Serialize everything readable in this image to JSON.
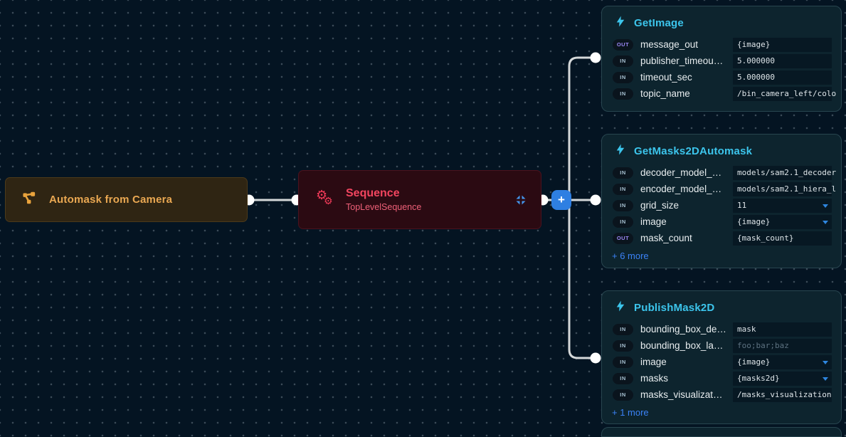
{
  "canvas": {
    "background": "#041422",
    "wire_color": "#d5d8d9",
    "accent_blue": "#2e7fe2",
    "accent_cyan": "#3cc5ec",
    "accent_purple": "#9b87f4"
  },
  "nodes": {
    "automask": {
      "title": "Automask from Camera",
      "icon": "graph-icon",
      "accent": "#eaa852"
    },
    "sequence": {
      "title": "Sequence",
      "subtitle": "TopLevelSequence",
      "icon": "gears-icon",
      "accent": "#f2455f"
    }
  },
  "plus_button": {
    "label": "+"
  },
  "cards": [
    {
      "title": "GetImage",
      "icon": "bolt-icon",
      "rows": [
        {
          "dir": "OUT",
          "label": "message_out",
          "value": "{image}"
        },
        {
          "dir": "IN",
          "label": "publisher_timeou…",
          "value": "5.000000"
        },
        {
          "dir": "IN",
          "label": "timeout_sec",
          "value": "5.000000"
        },
        {
          "dir": "IN",
          "label": "topic_name",
          "value": "/bin_camera_left/colo"
        }
      ]
    },
    {
      "title": "GetMasks2DAutomask",
      "icon": "bolt-icon",
      "rows": [
        {
          "dir": "IN",
          "label": "decoder_model_…",
          "value": "models/sam2.1_decoder"
        },
        {
          "dir": "IN",
          "label": "encoder_model_…",
          "value": "models/sam2.1_hiera_l"
        },
        {
          "dir": "IN",
          "label": "grid_size",
          "value": "11"
        },
        {
          "dir": "IN",
          "label": "image",
          "value": "{image}"
        },
        {
          "dir": "OUT",
          "label": "mask_count",
          "value": "{mask_count}"
        }
      ],
      "more": "+ 6 more"
    },
    {
      "title": "PublishMask2D",
      "icon": "bolt-icon",
      "rows": [
        {
          "dir": "IN",
          "label": "bounding_box_de…",
          "value": "mask"
        },
        {
          "dir": "IN",
          "label": "bounding_box_la…",
          "value": "",
          "placeholder": "foo;bar;baz"
        },
        {
          "dir": "IN",
          "label": "image",
          "value": "{image}"
        },
        {
          "dir": "IN",
          "label": "masks",
          "value": "{masks2d}"
        },
        {
          "dir": "IN",
          "label": "masks_visualizat…",
          "value": "/masks_visualization"
        }
      ],
      "more": "+ 1 more"
    }
  ]
}
